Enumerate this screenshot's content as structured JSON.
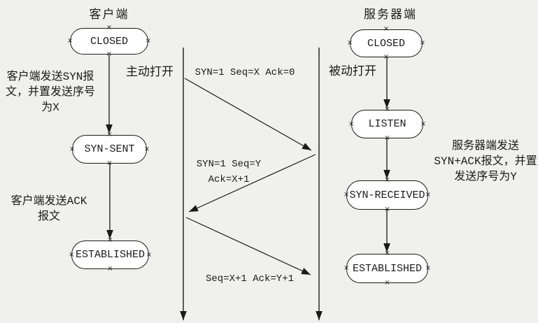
{
  "colors": {
    "background": "#f0f0ee",
    "box_fill": "#ffffff",
    "line": "#1a1a1a",
    "text": "#1a1a1a"
  },
  "icons": {
    "connection_handle": "×"
  },
  "client": {
    "title": "客户端",
    "open_label": "主动打开",
    "states": [
      {
        "label": "CLOSED"
      },
      {
        "label": "SYN-SENT"
      },
      {
        "label": "ESTABLISHED"
      }
    ],
    "notes": [
      {
        "lines": [
          "客户端发送SYN报",
          "文，并置发送序号",
          "为X"
        ]
      },
      {
        "lines": [
          "客户端发送ACK",
          "报文"
        ]
      }
    ]
  },
  "server": {
    "title": "服务器端",
    "open_label": "被动打开",
    "states": [
      {
        "label": "CLOSED"
      },
      {
        "label": "LISTEN"
      },
      {
        "label": "SYN-RECEIVED"
      },
      {
        "label": "ESTABLISHED"
      }
    ],
    "notes": [
      {
        "lines": [
          "服务器端发送",
          "SYN+ACK报文，并置",
          "发送序号为Y"
        ]
      }
    ]
  },
  "messages": [
    {
      "label": "SYN=1 Seq=X Ack=0",
      "lines": [
        "SYN=1 Seq=X Ack=0"
      ],
      "from": "client",
      "to": "server"
    },
    {
      "label": "SYN=1 Seq=Y Ack=X+1",
      "lines": [
        "SYN=1 Seq=Y",
        "Ack=X+1"
      ],
      "from": "server",
      "to": "client"
    },
    {
      "label": "Seq=X+1 Ack=Y+1",
      "lines": [
        "Seq=X+1 Ack=Y+1"
      ],
      "from": "client",
      "to": "server"
    }
  ]
}
